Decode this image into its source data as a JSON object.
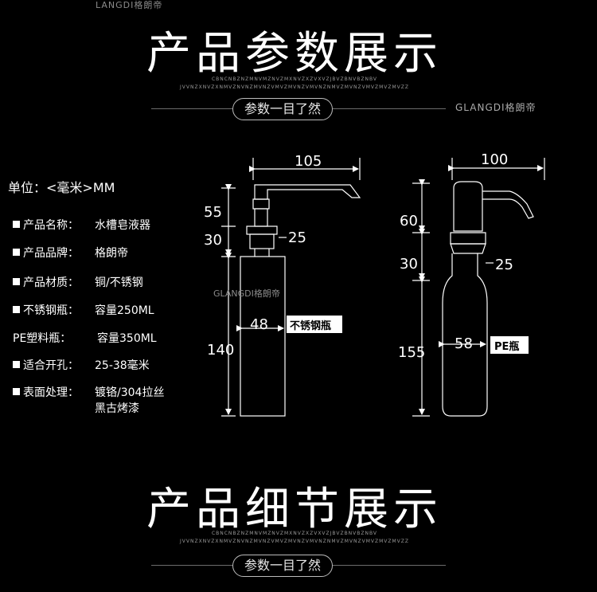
{
  "top": {
    "watermark": "LANGDI格朗帝",
    "title": "产品参数展示",
    "tiny_line1": "CBNCNBZNZMNVMZNVZMXNVZXZVXVZJBVZBNVBZNBV",
    "tiny_line2": "JVVNZXNVZXNMVZNVNZMVNZVMVZMVNZVMVNZNMVZMVNZVMVZMVZMVZZ",
    "pill": "参数一目了然",
    "watermark2": "GLANGDI格朗帝"
  },
  "unit_label": "单位：<毫米>MM",
  "specs": [
    {
      "key": "产品名称：",
      "value": "水槽皂液器",
      "value2": ""
    },
    {
      "key": "产品品牌：",
      "value": "格朗帝",
      "value2": ""
    },
    {
      "key": "产品材质：",
      "value": "铜/不锈钢",
      "value2": ""
    },
    {
      "key": "不锈钢瓶：",
      "value": "容量250ML",
      "value2": ""
    },
    {
      "key": "PE塑料瓶：",
      "value": "容量350ML",
      "value2": ""
    },
    {
      "key": "适合开孔：",
      "value": "25-38毫米",
      "value2": ""
    },
    {
      "key": "表面处理：",
      "value": "镀铬/304拉丝",
      "value2": "黑古烤漆"
    }
  ],
  "left_diagram": {
    "width": "105",
    "h_top": "55",
    "h_mid": "30",
    "thread": "25",
    "h_bottle": "140",
    "diameter": "48",
    "label": "不锈钢瓶",
    "watermark": "GLANGDI格朗帝"
  },
  "right_diagram": {
    "width": "100",
    "h_top": "60",
    "h_mid": "30",
    "thread": "25",
    "h_bottle": "155",
    "diameter": "58",
    "label": "PE瓶"
  },
  "bottom": {
    "title": "产品细节展示",
    "tiny_line1": "CBNCNBZNZMNVMZNVZMXNVZXZVXVZJBVZBNVBZNBV",
    "tiny_line2": "JVVNZXNVZXNMVZNVNZMVNZVMVZMVNZVMVNZNMVZMVNZVMVZMVZMVZZ",
    "pill": "参数一目了然"
  }
}
